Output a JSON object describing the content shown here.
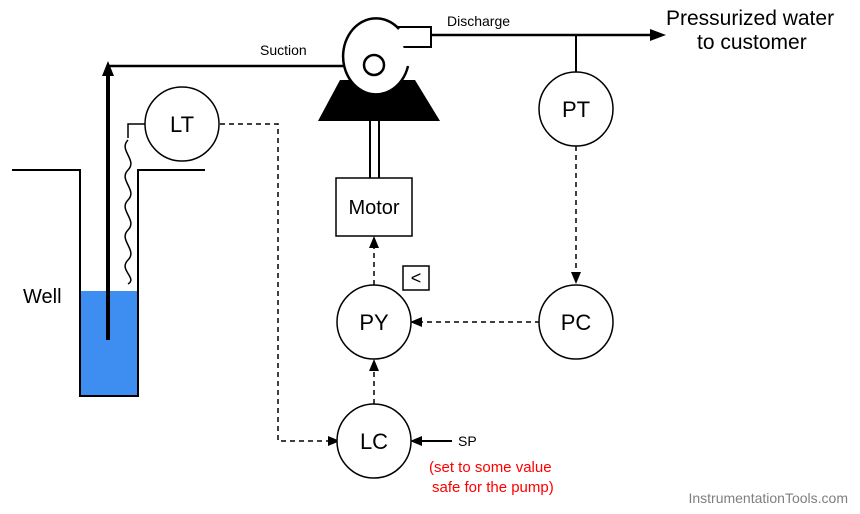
{
  "labels": {
    "suction": "Suction",
    "discharge": "Discharge",
    "output_line1": "Pressurized water",
    "output_line2": "to customer",
    "well": "Well",
    "motor": "Motor",
    "selector": "<",
    "setpoint": "SP",
    "note_line1": "(set to some value",
    "note_line2": "safe for the pump)",
    "watermark": "InstrumentationTools.com"
  },
  "instruments": {
    "lt": "LT",
    "pt": "PT",
    "py": "PY",
    "pc": "PC",
    "lc": "LC"
  },
  "colors": {
    "water": "#3d8ef0",
    "note": "#ff0000",
    "watermark": "#7f7f7f",
    "line": "#000000"
  }
}
